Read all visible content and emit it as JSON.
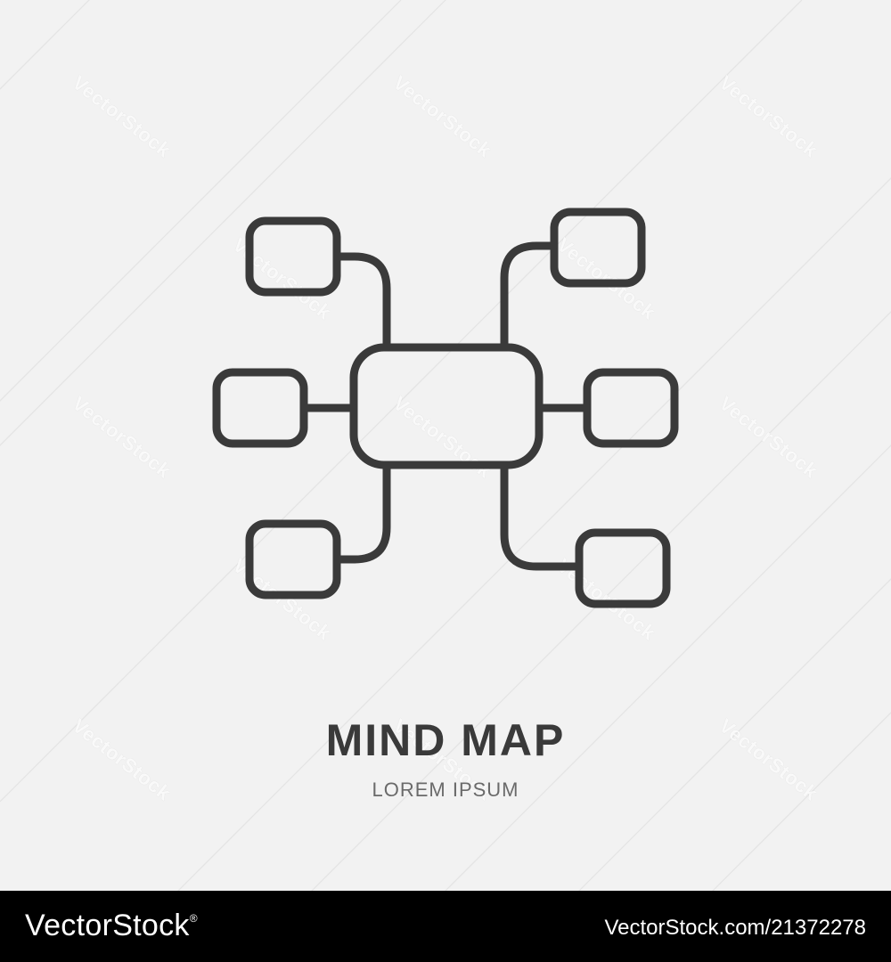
{
  "artwork": {
    "title": "MIND MAP",
    "subtitle": "LOREM IPSUM",
    "icon_name": "mind-map-icon",
    "colors": {
      "background": "#f2f2f2",
      "stroke": "#3a3a3a",
      "footer": "#000000"
    }
  },
  "watermark": {
    "text": "VectorStock"
  },
  "footer": {
    "brand": "VectorStock",
    "registered_mark": "®",
    "image_id": "VectorStock.com/21372278"
  }
}
